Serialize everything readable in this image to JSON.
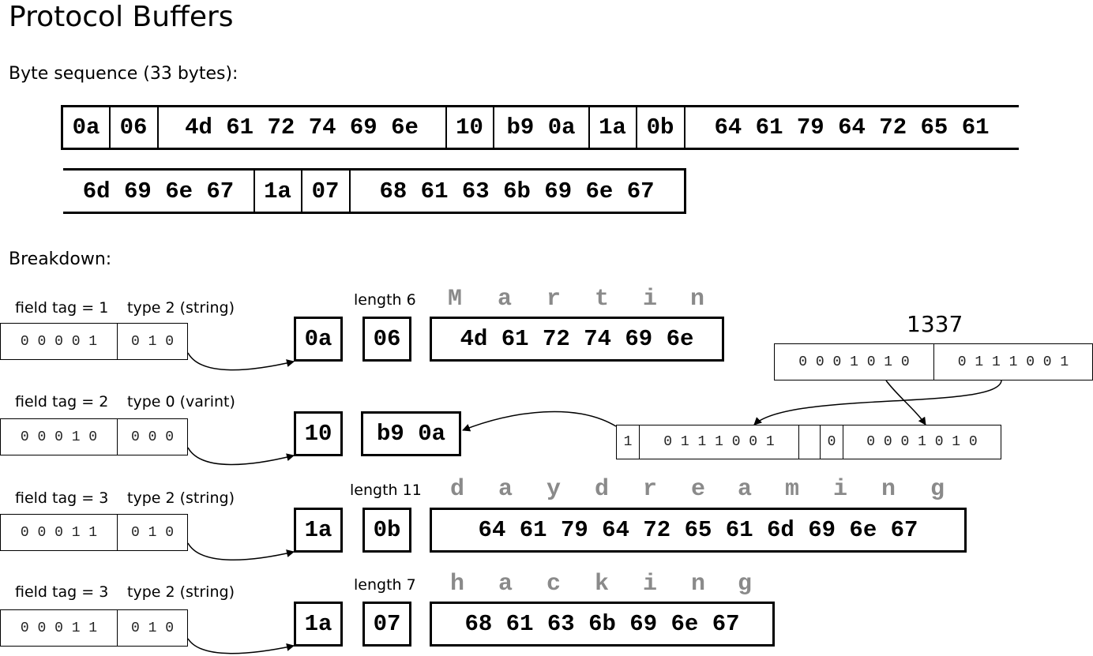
{
  "title": "Protocol Buffers",
  "byte_sequence": {
    "label": "Byte sequence (33 bytes):",
    "row1": [
      "0a",
      "06",
      "4d 61 72 74 69 6e",
      "10",
      "b9 0a",
      "1a",
      "0b",
      "64 61 79 64 72 65 61"
    ],
    "row2": [
      "6d 69 6e 67",
      "1a",
      "07",
      "68 61 63 6b 69 6e 67"
    ]
  },
  "breakdown": {
    "label": "Breakdown:",
    "fields": [
      {
        "tag_label": "field tag = 1",
        "type_label": "type 2 (string)",
        "tag_bits": "0 0 0 0 1",
        "type_bits": "0 1 0",
        "key_byte": "0a",
        "length_label": "length 6",
        "length_byte": "06",
        "value_bytes": "4d 61 72 74 69 6e",
        "chars": [
          "M",
          "a",
          "r",
          "t",
          "i",
          "n"
        ]
      },
      {
        "tag_label": "field tag = 2",
        "type_label": "type 0 (varint)",
        "tag_bits": "0 0 0 1 0",
        "type_bits": "0 0 0",
        "key_byte": "10",
        "value_bytes": "b9 0a"
      },
      {
        "tag_label": "field tag = 3",
        "type_label": "type 2 (string)",
        "tag_bits": "0 0 0 1 1",
        "type_bits": "0 1 0",
        "key_byte": "1a",
        "length_label": "length 11",
        "length_byte": "0b",
        "value_bytes": "64 61 79 64 72 65 61 6d 69 6e 67",
        "chars": [
          "d",
          "a",
          "y",
          "d",
          "r",
          "e",
          "a",
          "m",
          "i",
          "n",
          "g"
        ]
      },
      {
        "tag_label": "field tag = 3",
        "type_label": "type 2 (string)",
        "tag_bits": "0 0 0 1 1",
        "type_bits": "0 1 0",
        "key_byte": "1a",
        "length_label": "length 7",
        "length_byte": "07",
        "value_bytes": "68 61 63 6b 69 6e 67",
        "chars": [
          "h",
          "a",
          "c",
          "k",
          "i",
          "n",
          "g"
        ]
      }
    ],
    "varint": {
      "number": "1337",
      "binary_high": "0 0 0 1 0 1 0",
      "binary_low": "0 1 1 1 0 0 1",
      "byte1_cont": "1",
      "byte1_bits": "0 1 1 1 0 0 1",
      "byte2_cont": "0",
      "byte2_bits": "0 0 0 1 0 1 0"
    }
  }
}
